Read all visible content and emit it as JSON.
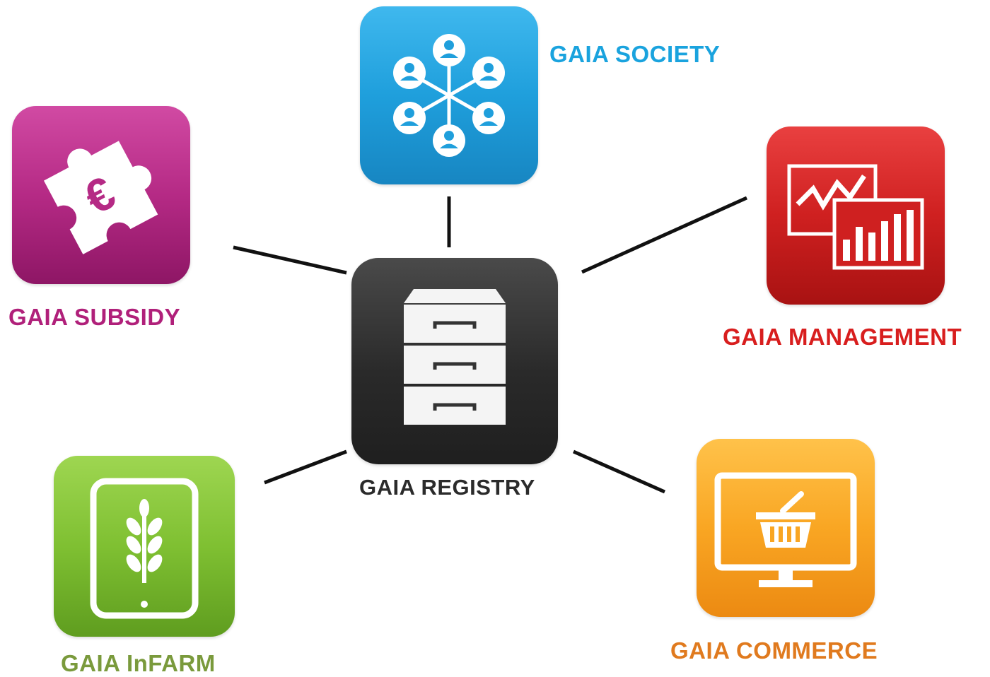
{
  "apps": {
    "registry": {
      "label": "GAIA REGISTRY",
      "color": "#2b2b2b",
      "icon": "file-cabinet-icon"
    },
    "society": {
      "label": "GAIA SOCIETY",
      "color": "#1aa3de",
      "icon": "people-network-icon"
    },
    "subsidy": {
      "label": "GAIA SUBSIDY",
      "color": "#b0207a",
      "icon": "euro-puzzle-icon"
    },
    "management": {
      "label": "GAIA MANAGEMENT",
      "color": "#d81e1e",
      "icon": "charts-icon"
    },
    "infarm": {
      "label": "GAIA InFARM",
      "color": "#7a9a3c",
      "icon": "tablet-wheat-icon"
    },
    "commerce": {
      "label": "GAIA COMMERCE",
      "color": "#e07a1e",
      "icon": "monitor-basket-icon"
    }
  }
}
